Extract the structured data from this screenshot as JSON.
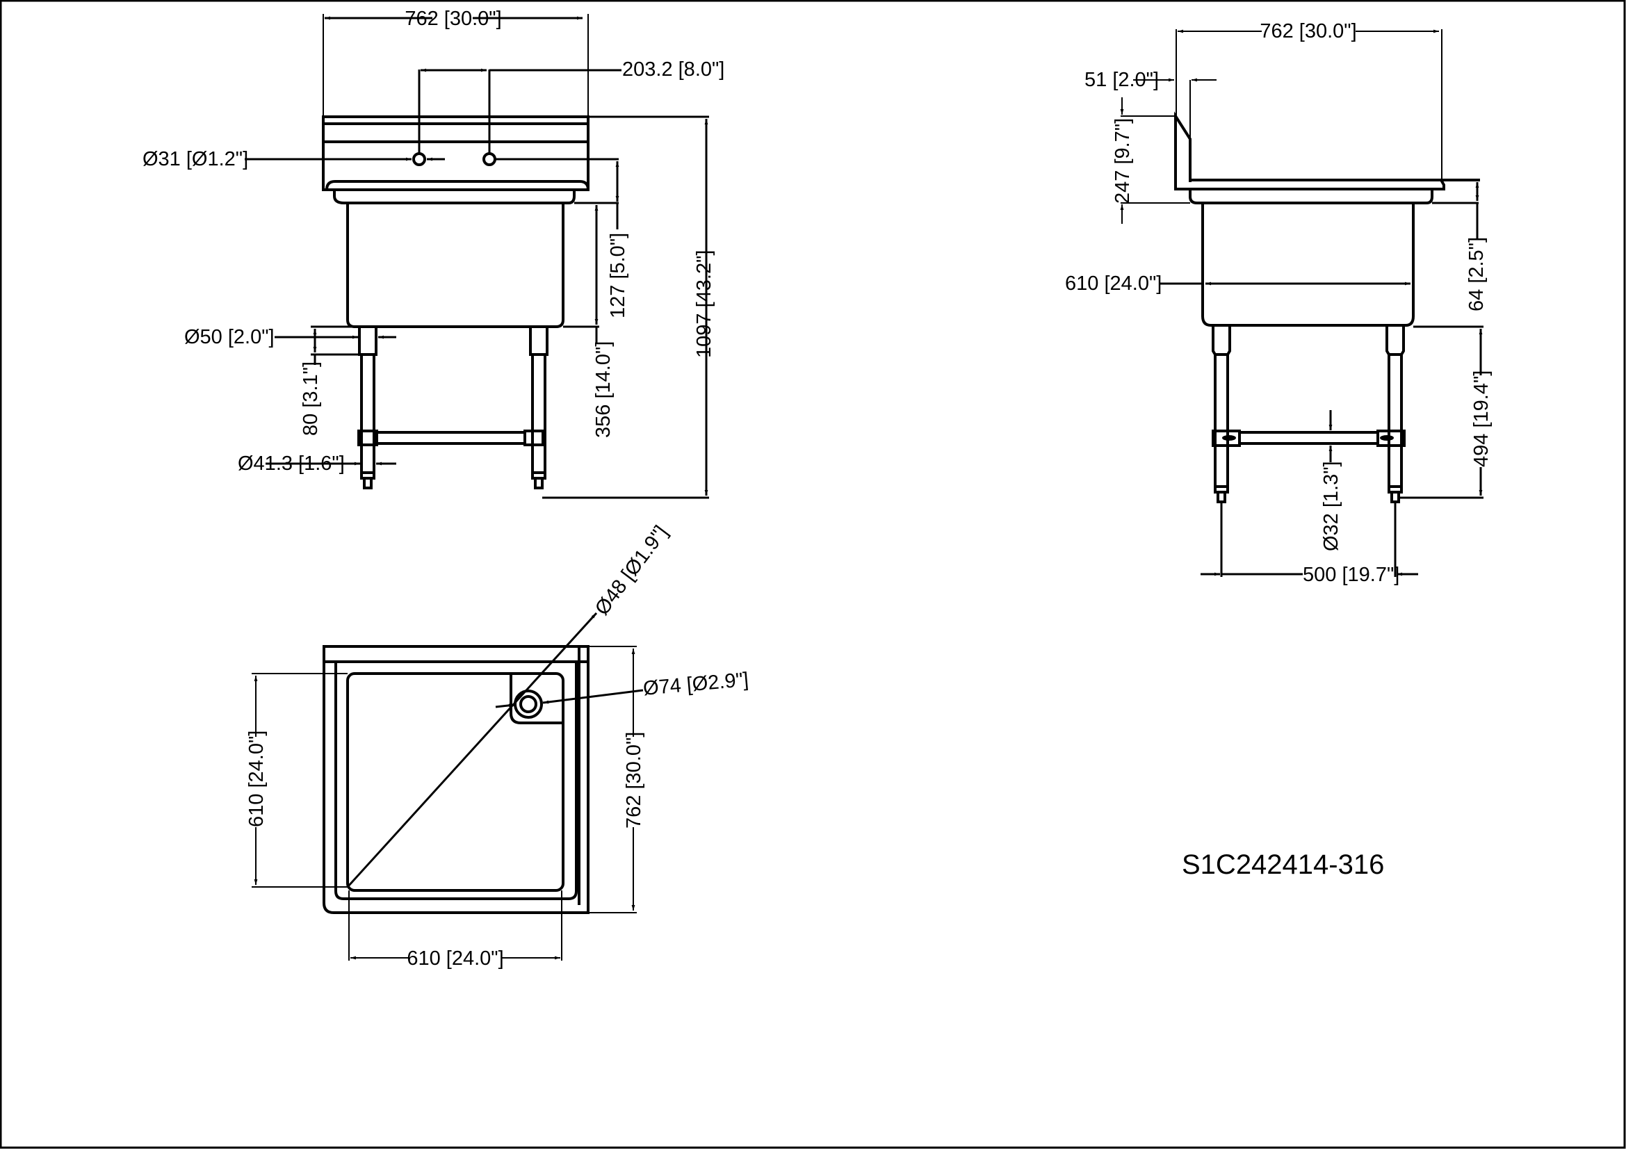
{
  "drawing": {
    "model_number": "S1C242414-316",
    "frame_color": "#000000",
    "background_color": "#ffffff"
  },
  "front_view": {
    "overall_width": "762 [30.0\"]",
    "faucet_hole_spacing": "203.2 [8.0\"]",
    "faucet_hole_diameter": "Ø31 [Ø1.2\"]",
    "leg_sleeve_diameter": "Ø50 [2.0\"]",
    "leg_sleeve_height": "80 [3.1\"]",
    "leg_diameter": "Ø41.3 [1.6\"]",
    "splash_to_rim": "127 [5.0\"]",
    "bowl_depth": "356 [14.0\"]",
    "overall_height": "1097 [43.2\"]"
  },
  "side_view": {
    "overall_depth": "762 [30.0\"]",
    "splash_setback": "51 [2.0\"]",
    "splash_height": "247 [9.7\"]",
    "bowl_width": "610 [24.0\"]",
    "rim_height": "64 [2.5\"]",
    "leg_height": "494 [19.4\"]",
    "crossbar_diameter": "Ø32 [1.3\"]",
    "leg_spacing": "500 [19.7\"]"
  },
  "plan_view": {
    "drain_outer_diameter": "Ø48 [Ø1.9\"]",
    "drain_flange_diameter": "Ø74 [Ø2.9\"]",
    "bowl_length": "610 [24.0\"]",
    "overall_length": "762 [30.0\"]",
    "bowl_width": "610 [24.0\"]"
  }
}
